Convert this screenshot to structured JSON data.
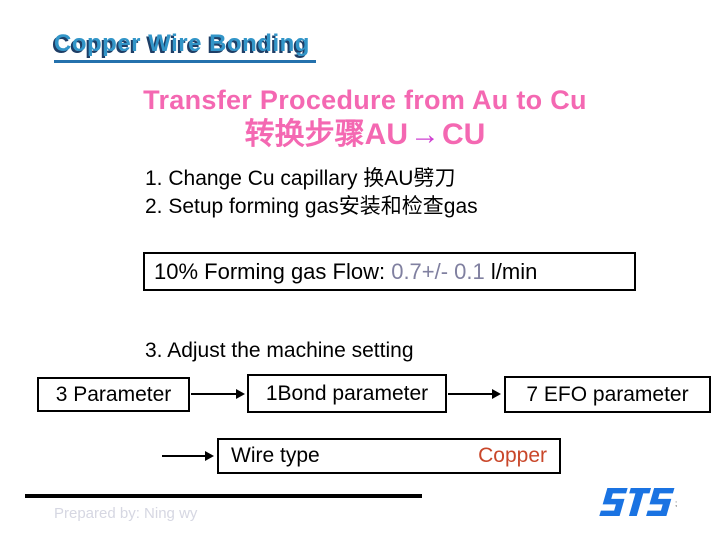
{
  "slide": {
    "title": "Copper Wire Bonding",
    "heading": {
      "line1": "Transfer Procedure from Au to Cu",
      "line2_text": "转换步骤AU",
      "line2_arrow": "→",
      "line2_tail": "CU"
    },
    "steps": [
      "1. Change Cu capillary 换AU劈刀",
      "2. Setup forming gas安装和检查gas",
      "3. Adjust the machine setting"
    ]
  },
  "gas_box": {
    "label": "10% Forming gas Flow: ",
    "value": "0.7+/- 0.1",
    "unit": " l/min"
  },
  "flow": {
    "boxes": [
      "3 Parameter",
      "1Bond parameter",
      "7 EFO parameter"
    ]
  },
  "wire_box": {
    "label": "Wire type",
    "value": "Copper"
  },
  "footer": {
    "prepared_by": "Prepared by: Ning wy",
    "logo_text": "STS",
    "corner_mark": ";"
  },
  "colors": {
    "title_blue": "#3295c8",
    "title_shadow": "#1e3e66",
    "title_underline": "#2471ad",
    "pink": "#f468b2",
    "magenta": "#cf3fd0",
    "slate_value": "#8080a0",
    "copper": "#c9472a",
    "pale_gray": "#d6d7e2",
    "logo_blue": "#1a73e2"
  }
}
